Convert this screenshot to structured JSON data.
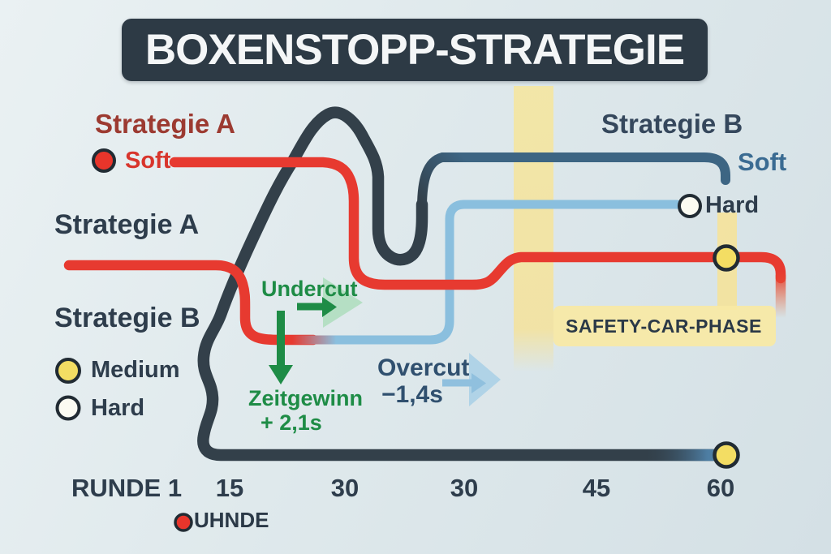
{
  "title": "BOXENSTOPP-STRATEGIE",
  "strategy_a": {
    "heading_top": "Strategie A",
    "tyre_start": "Soft",
    "heading_mid": "Strategie A"
  },
  "strategy_b": {
    "heading_top": "Strategie B",
    "tyre_soft": "Soft",
    "tyre_hard": "Hard",
    "heading_mid": "Strategie B"
  },
  "legend": {
    "medium": "Medium",
    "hard": "Hard"
  },
  "annotations": {
    "undercut": "Undercut",
    "time_gain_line1": "Zeitgewinn",
    "time_gain_line2": "+ 2,1s",
    "overcut": "Overcut",
    "overcut_delta": "−1,4s",
    "safety_car": "SAFETY-CAR-PHASE"
  },
  "axis": {
    "labels": [
      "RUNDE 1",
      "15",
      "30",
      "30",
      "45",
      "60"
    ],
    "footnote": "UHNDE"
  },
  "colors": {
    "background": "#dfe9ec",
    "banner": "#2d3a45",
    "track": "#33404a",
    "strategy_a_red": "#e73a30",
    "strategy_b_dark_blue": "#3d6583",
    "strategy_b_light_blue": "#8abfde",
    "safety_yellow": "#f5e6a0",
    "tyre_soft": "#e8352b",
    "tyre_medium": "#f3dd63",
    "tyre_hard": "#fbfbf2",
    "undercut_green": "#1e8c46",
    "overcut_blue": "#90c0de"
  }
}
